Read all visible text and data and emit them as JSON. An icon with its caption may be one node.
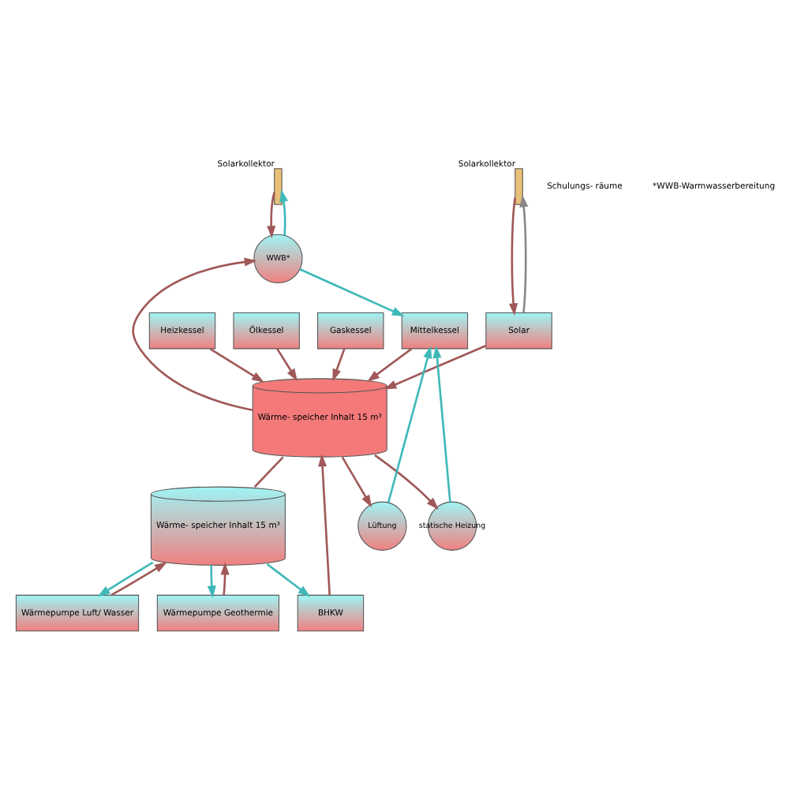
{
  "diagram": {
    "nodes": [
      {
        "text": [],
        "shape": "bar",
        "beside": [
          "Solarkollektor"
        ]
      },
      {
        "text": [],
        "shape": "bar",
        "beside": [
          "Solarkollektor"
        ]
      },
      {
        "text": [
          "Mittelkessel"
        ]
      },
      {
        "text": [
          "Heizkessel"
        ]
      },
      {
        "text": [
          "Ölkessel"
        ]
      },
      {
        "text": [
          "Gaskessel"
        ]
      },
      {
        "text": [
          "Solar"
        ]
      },
      {
        "text": [
          "Wärme- speicher Inhalt 15 m³"
        ]
      },
      {
        "text": [
          "Wärme- speicher Inhalt 15 m³"
        ]
      },
      {
        "text": [
          "Wärmepumpe Geothermie"
        ]
      },
      {
        "text": [
          "Wärmepumpe Luft/ Wasser"
        ]
      },
      {
        "text": [
          "BHKW"
        ]
      },
      {
        "text": [
          "statische Heizung"
        ]
      },
      {
        "text": [
          "Lüftung"
        ]
      },
      {
        "text": [
          "WWB*"
        ]
      }
    ],
    "edges": [
      {
        "from": 0,
        "to": 14,
        "arrow": "to"
      },
      {
        "from": 14,
        "to": 0,
        "arrow": "to",
        "color": "#40b8b8"
      },
      {
        "from": 1,
        "to": 6,
        "arrow": "to"
      },
      {
        "from": 6,
        "to": 1,
        "arrow": "to",
        "color": "#888888"
      },
      {
        "from": 2,
        "to": 7,
        "arrow": "to"
      },
      {
        "from": 3,
        "to": 7,
        "arrow": "to"
      },
      {
        "from": 4,
        "to": 7,
        "arrow": "to"
      },
      {
        "from": 5,
        "to": 7,
        "arrow": "to"
      },
      {
        "from": 6,
        "to": 7,
        "arrow": "to"
      },
      {
        "from": 7,
        "to": 12,
        "arrow": "to"
      },
      {
        "from": 7,
        "to": 13,
        "arrow": "to"
      },
      {
        "from": 7,
        "to": 14,
        "arrow": "to"
      },
      {
        "from": 7,
        "to": 8,
        "arrow": "none"
      },
      {
        "from": 9,
        "to": 8,
        "arrow": "to"
      },
      {
        "from": 10,
        "to": 8,
        "arrow": "to"
      },
      {
        "from": 11,
        "to": 7,
        "arrow": "to"
      },
      {
        "from": 8,
        "to": 9,
        "arrow": "to",
        "color": "#40b8b8"
      },
      {
        "from": 8,
        "to": 10,
        "arrow": "to",
        "color": "#40b8b8"
      },
      {
        "from": 8,
        "to": 11,
        "arrow": "to",
        "color": "#40b8b8"
      },
      {
        "from": 12,
        "to": 2,
        "arrow": "to",
        "color": "#40b8b8"
      },
      {
        "from": 13,
        "to": 2,
        "arrow": "to",
        "color": "#40b8b8"
      },
      {
        "from": 14,
        "to": 2,
        "arrow": "to",
        "color": "#40b8b8"
      }
    ],
    "labels": [
      "Schulungs- räume",
      "*WWB-Warmwasserbereitung"
    ]
  }
}
